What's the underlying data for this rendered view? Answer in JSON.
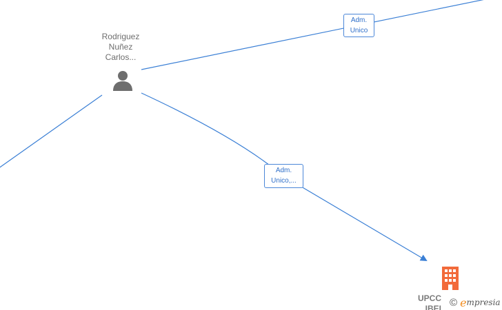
{
  "person": {
    "name_lines": [
      "Rodriguez",
      "Nuñez",
      "Carlos..."
    ],
    "icon": "person-icon",
    "icon_color": "#6e6e6e"
  },
  "edge_labels": [
    {
      "lines": [
        "Adm.",
        "Unico"
      ]
    },
    {
      "lines": [
        "Adm.",
        "Unico,..."
      ]
    }
  ],
  "company": {
    "name_lines": [
      "UPCC",
      "IBEI"
    ],
    "icon": "building-icon",
    "icon_color": "#f26a3a"
  },
  "watermark": {
    "copyright_symbol": "©",
    "brand_initial": "e",
    "brand_rest": "mpresia",
    "brand_color": "#f28c1f"
  },
  "colors": {
    "edge": "#3a7fd5",
    "edge_label_text": "#2f6fc9"
  }
}
